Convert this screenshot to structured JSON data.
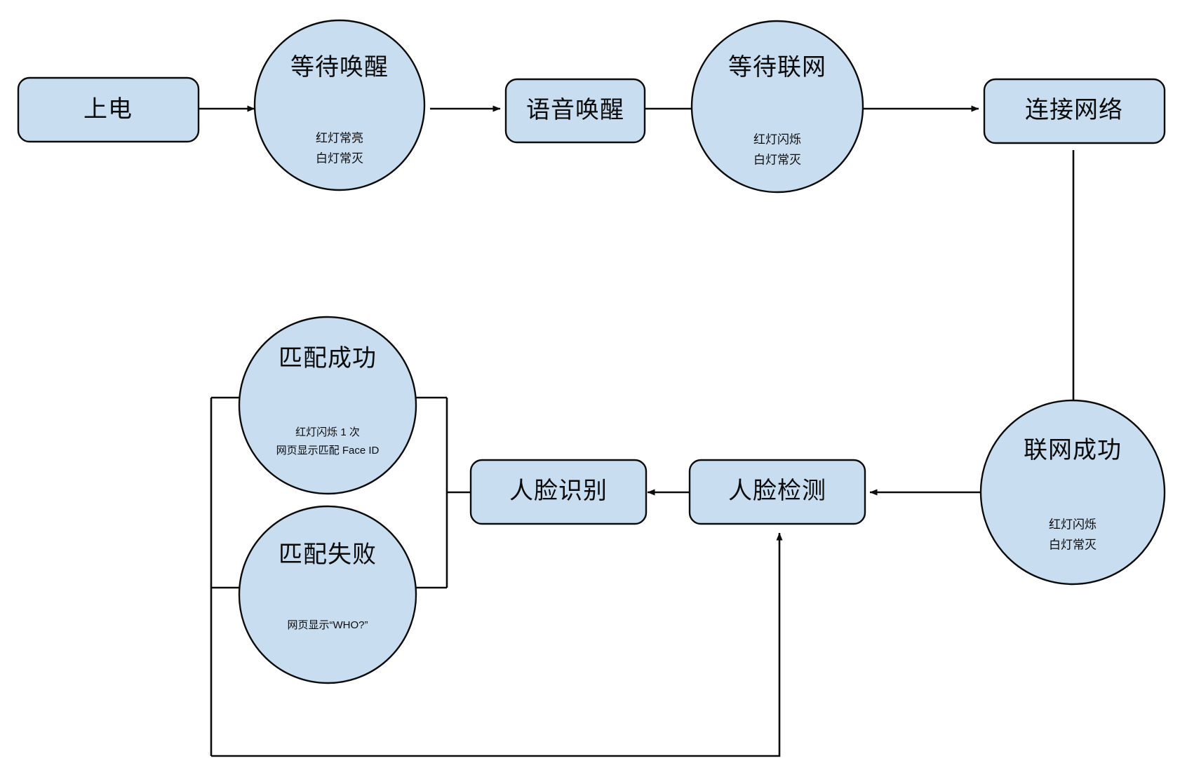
{
  "diagram": {
    "type": "flowchart",
    "background_color": "#ffffff",
    "node_fill_color": "#c9ddf0",
    "node_stroke_color": "#0b0b0b",
    "edge_color": "#0b0b0b",
    "nodes": [
      {
        "id": "power-on",
        "shape": "rounded-rect",
        "title": "上电",
        "sub": []
      },
      {
        "id": "wait-wakeup",
        "shape": "circle",
        "title": "等待唤醒",
        "sub": [
          "红灯常亮",
          "白灯常灭"
        ]
      },
      {
        "id": "voice-wakeup",
        "shape": "rounded-rect",
        "title": "语音唤醒",
        "sub": []
      },
      {
        "id": "wait-network",
        "shape": "circle",
        "title": "等待联网",
        "sub": [
          "红灯闪烁",
          "白灯常灭"
        ]
      },
      {
        "id": "connect-network",
        "shape": "rounded-rect",
        "title": "连接网络",
        "sub": []
      },
      {
        "id": "network-success",
        "shape": "circle",
        "title": "联网成功",
        "sub": [
          "红灯闪烁",
          "白灯常灭"
        ]
      },
      {
        "id": "face-detect",
        "shape": "rounded-rect",
        "title": "人脸检测",
        "sub": []
      },
      {
        "id": "face-recognize",
        "shape": "rounded-rect",
        "title": "人脸识别",
        "sub": []
      },
      {
        "id": "match-success",
        "shape": "circle",
        "title": "匹配成功",
        "sub": [
          "红灯闪烁 1 次",
          "网页显示匹配 Face ID"
        ]
      },
      {
        "id": "match-fail",
        "shape": "circle",
        "title": "匹配失败",
        "sub": [
          "网页显示“WHO?”"
        ]
      }
    ],
    "edges": [
      {
        "from": "power-on",
        "to": "wait-wakeup",
        "label": ""
      },
      {
        "from": "wait-wakeup",
        "to": "voice-wakeup",
        "label": ""
      },
      {
        "from": "voice-wakeup",
        "to": "wait-network",
        "label": ""
      },
      {
        "from": "wait-network",
        "to": "connect-network",
        "label": ""
      },
      {
        "from": "connect-network",
        "to": "network-success",
        "label": ""
      },
      {
        "from": "network-success",
        "to": "face-detect",
        "label": ""
      },
      {
        "from": "face-detect",
        "to": "face-recognize",
        "label": ""
      },
      {
        "from": "face-recognize",
        "to": "match-success",
        "label": ""
      },
      {
        "from": "face-recognize",
        "to": "match-fail",
        "label": ""
      },
      {
        "from": "match-fail",
        "to": "face-detect",
        "label": ""
      }
    ]
  }
}
